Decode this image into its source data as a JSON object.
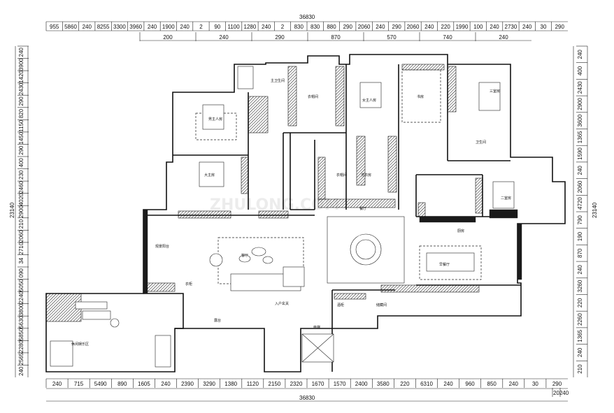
{
  "overall": {
    "top": "36830",
    "bottom": "36830"
  },
  "top_row1": [
    "955",
    "5860",
    "240",
    "8255",
    "3300",
    "3960",
    "240",
    "1900",
    "240",
    "2",
    "90",
    "1100",
    "1280",
    "240",
    "2",
    "830",
    "830",
    "880",
    "290",
    "2060",
    "240",
    "290",
    "2060",
    "240",
    "220",
    "1990",
    "100",
    "240",
    "2730",
    "240",
    "30",
    "290"
  ],
  "top_row2": [
    "200",
    "240",
    "290",
    "870",
    "570",
    "740",
    "240"
  ],
  "bottom_row1": [
    "240",
    "715",
    "5490",
    "890",
    "1605",
    "240",
    "2390",
    "3290",
    "1380",
    "1120",
    "2150",
    "2320",
    "1670",
    "1570",
    "2400",
    "3580",
    "220",
    "6310",
    "240",
    "960",
    "850",
    "240",
    "30",
    "290"
  ],
  "bottom_row2": [
    "20",
    "240"
  ],
  "left_dims": [
    "240",
    "3900",
    "1420",
    "2430",
    "290",
    "820",
    "1150",
    "1450",
    "290",
    "400",
    "230",
    "2460",
    "4020",
    "2900",
    "210",
    "2060",
    "2710",
    "34",
    "090",
    "5050",
    "2240",
    "3800",
    "5630",
    "5850",
    "2280",
    "2565",
    "240"
  ],
  "left_total": "23140",
  "right_dims": [
    "240",
    "400",
    "2430",
    "2900",
    "3600",
    "1365",
    "1590",
    "240",
    "2060",
    "4720",
    "790",
    "190",
    "870",
    "240",
    "3260",
    "220",
    "2260",
    "1365",
    "240",
    "210"
  ],
  "right_total": "23140",
  "rooms": [
    {
      "id": "master-f",
      "label": "男主人房"
    },
    {
      "id": "master-m",
      "label": "女主人房"
    },
    {
      "id": "study",
      "label": "书房"
    },
    {
      "id": "bed3",
      "label": "三室房"
    },
    {
      "id": "bed-big",
      "label": "大主房"
    },
    {
      "id": "bed2",
      "label": "二室房"
    },
    {
      "id": "cloak",
      "label": "衣帽间"
    },
    {
      "id": "bath1",
      "label": "主卫生间"
    },
    {
      "id": "bath2",
      "label": "卫生间"
    },
    {
      "id": "living",
      "label": "客厅"
    },
    {
      "id": "balcony",
      "label": "观景阳台"
    },
    {
      "id": "dining",
      "label": "餐厅"
    },
    {
      "id": "kitchen",
      "label": "厨房"
    },
    {
      "id": "dining-b",
      "label": "早餐厅"
    },
    {
      "id": "entry",
      "label": "入户玄关"
    },
    {
      "id": "leisure",
      "label": "休闲娱乐区"
    },
    {
      "id": "terrace",
      "label": "露台"
    },
    {
      "id": "wine",
      "label": "酒柜"
    },
    {
      "id": "storage",
      "label": "储藏间"
    },
    {
      "id": "elevator",
      "label": "电梯"
    },
    {
      "id": "dressing",
      "label": "衣帽间"
    },
    {
      "id": "wardrobe",
      "label": "衣柜"
    },
    {
      "id": "laundry",
      "label": "洗衣房"
    }
  ],
  "watermark": "ZHULONG.COM"
}
